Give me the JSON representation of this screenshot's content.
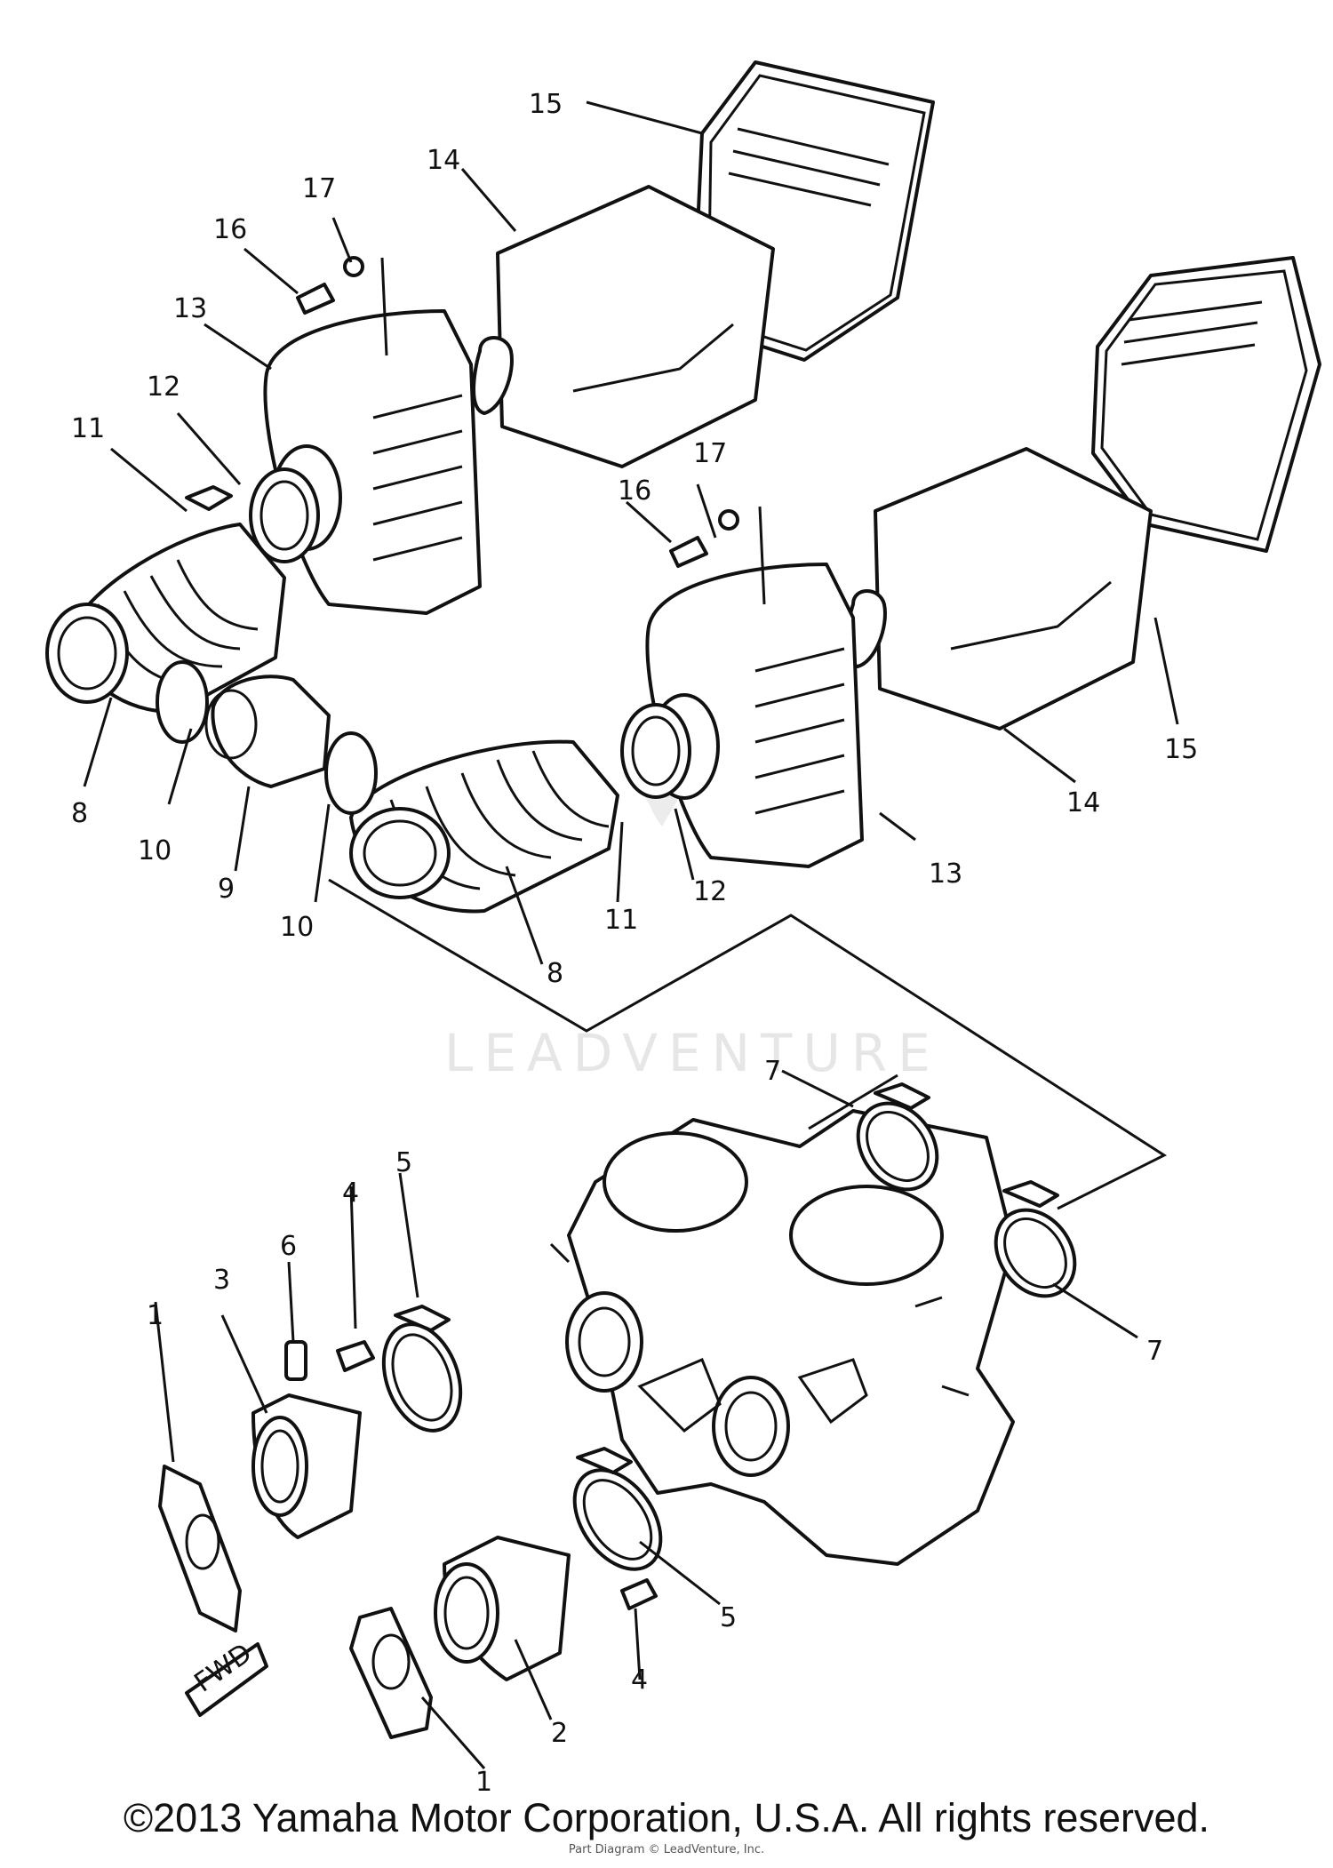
{
  "diagram": {
    "watermark": "LEADVENTURE",
    "copyright": "©2013 Yamaha Motor Corporation, U.S.A. All rights reserved.",
    "sub_note": "Part Diagram ©  LeadVenture, Inc.",
    "direction_marker": "FWD",
    "callouts": {
      "c1a": "1",
      "c1b": "1",
      "c2": "2",
      "c3": "3",
      "c4a": "4",
      "c4b": "4",
      "c5a": "5",
      "c5b": "5",
      "c6": "6",
      "c7a": "7",
      "c7b": "7",
      "c8a": "8",
      "c8b": "8",
      "c9": "9",
      "c10a": "10",
      "c10b": "10",
      "c11a": "11",
      "c11b": "11",
      "c12a": "12",
      "c12b": "12",
      "c13a": "13",
      "c13b": "13",
      "c14a": "14",
      "c14b": "14",
      "c15a": "15",
      "c15b": "15",
      "c16a": "16",
      "c16b": "16",
      "c17a": "17",
      "c17b": "17"
    }
  }
}
